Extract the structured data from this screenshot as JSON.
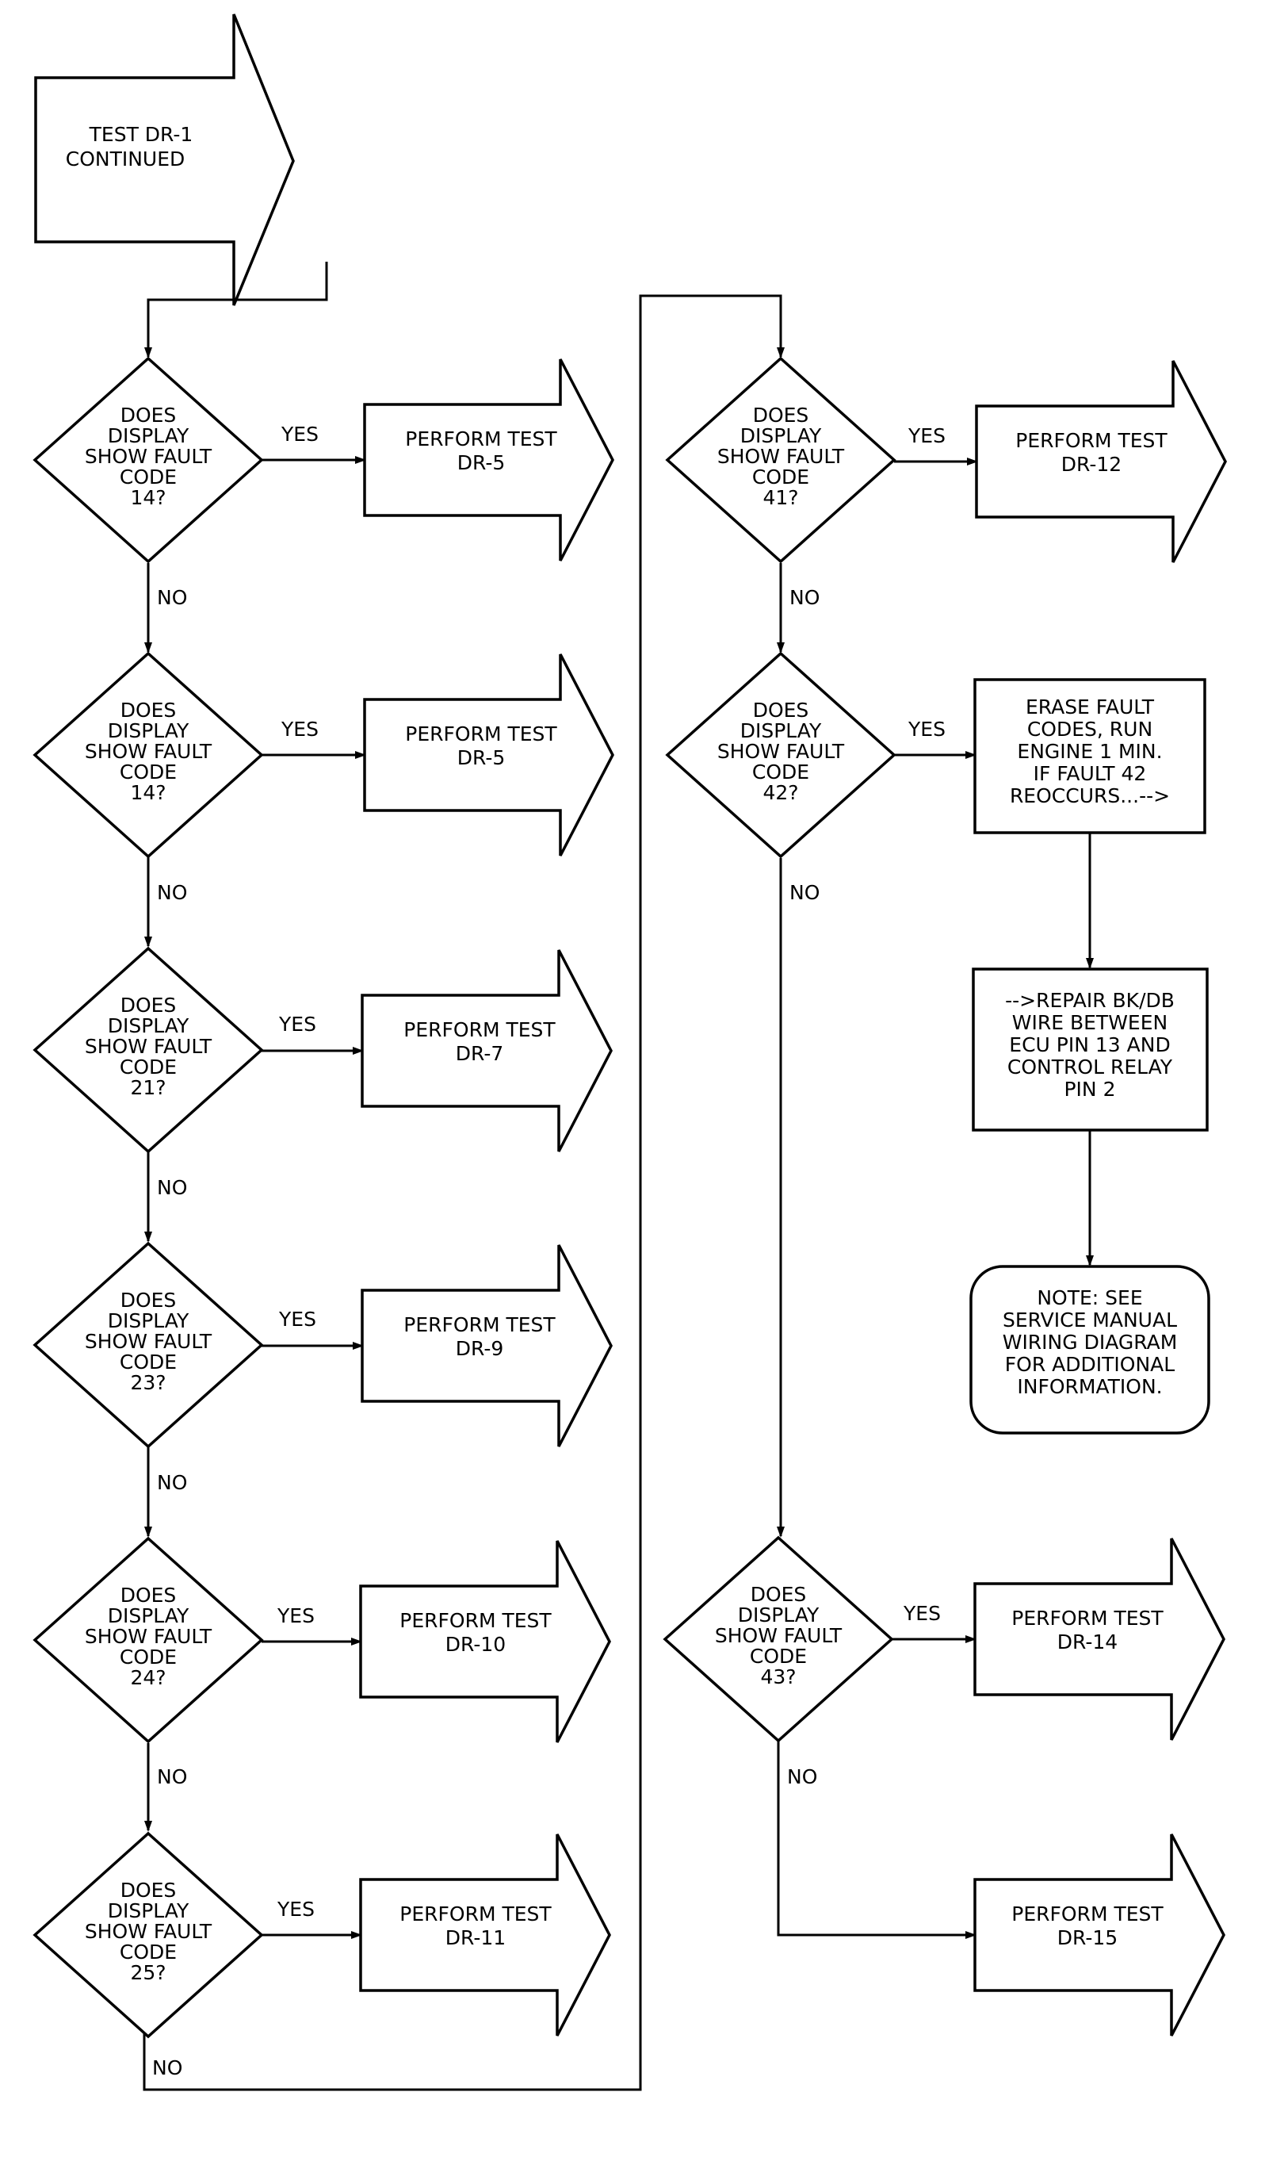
{
  "start": {
    "line1": "TEST DR-1",
    "line2": "CONTINUED"
  },
  "decisions": [
    {
      "lines": [
        "DOES",
        "DISPLAY",
        "SHOW FAULT",
        "CODE",
        "14?"
      ]
    },
    {
      "lines": [
        "DOES",
        "DISPLAY",
        "SHOW FAULT",
        "CODE",
        "14?"
      ]
    },
    {
      "lines": [
        "DOES",
        "DISPLAY",
        "SHOW FAULT",
        "CODE",
        "21?"
      ]
    },
    {
      "lines": [
        "DOES",
        "DISPLAY",
        "SHOW FAULT",
        "CODE",
        "23?"
      ]
    },
    {
      "lines": [
        "DOES",
        "DISPLAY",
        "SHOW FAULT",
        "CODE",
        "24?"
      ]
    },
    {
      "lines": [
        "DOES",
        "DISPLAY",
        "SHOW FAULT",
        "CODE",
        "25?"
      ]
    },
    {
      "lines": [
        "DOES",
        "DISPLAY",
        "SHOW FAULT",
        "CODE",
        "41?"
      ]
    },
    {
      "lines": [
        "DOES",
        "DISPLAY",
        "SHOW FAULT",
        "CODE",
        "42?"
      ]
    },
    {
      "lines": [
        "DOES",
        "DISPLAY",
        "SHOW FAULT",
        "CODE",
        "43?"
      ]
    }
  ],
  "results": [
    {
      "line1": "PERFORM TEST",
      "line2": "DR-5"
    },
    {
      "line1": "PERFORM TEST",
      "line2": "DR-5"
    },
    {
      "line1": "PERFORM TEST",
      "line2": "DR-7"
    },
    {
      "line1": "PERFORM TEST",
      "line2": "DR-9"
    },
    {
      "line1": "PERFORM TEST",
      "line2": "DR-10"
    },
    {
      "line1": "PERFORM TEST",
      "line2": "DR-11"
    },
    {
      "line1": "PERFORM TEST",
      "line2": "DR-12"
    },
    {
      "line1": "PERFORM TEST",
      "line2": "DR-14"
    },
    {
      "line1": "PERFORM TEST",
      "line2": "DR-15"
    }
  ],
  "labels": {
    "yes": "YES",
    "no": "NO"
  },
  "erase_box": {
    "lines": [
      "ERASE FAULT",
      "CODES, RUN",
      "ENGINE 1 MIN.",
      "IF FAULT 42",
      "REOCCURS...-->"
    ]
  },
  "repair_box": {
    "lines": [
      "-->REPAIR BK/DB",
      "WIRE BETWEEN",
      "ECU PIN 13 AND",
      "CONTROL RELAY",
      "PIN 2"
    ]
  },
  "note_box": {
    "lines": [
      "NOTE: SEE",
      "SERVICE MANUAL",
      "WIRING DIAGRAM",
      "FOR ADDITIONAL",
      "INFORMATION."
    ]
  }
}
